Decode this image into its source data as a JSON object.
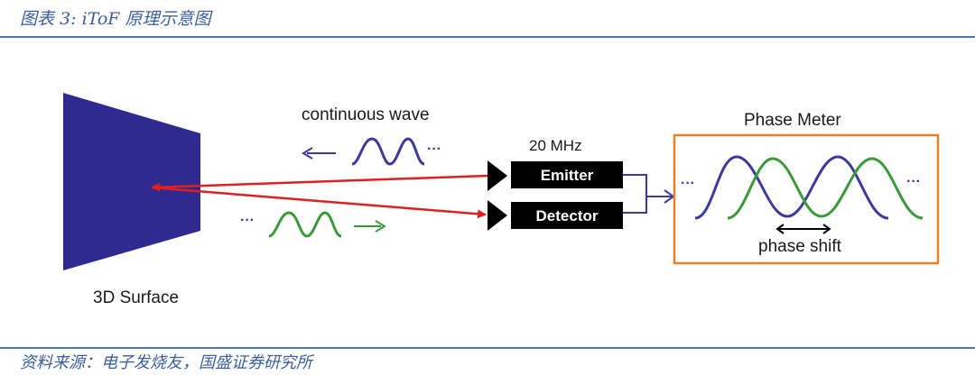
{
  "header": {
    "title": "图表 3:  iToF 原理示意图"
  },
  "footer": {
    "source": "资料来源：电子发烧友，国盛证券研究所"
  },
  "diagram": {
    "surface_label": "3D Surface",
    "wave_label": "continuous wave",
    "frequency_label": "20 MHz",
    "emitter_label": "Emitter",
    "detector_label": "Detector",
    "meter_title": "Phase Meter",
    "shift_label": "phase shift",
    "ellipsis": "···"
  },
  "colors": {
    "surface": "#2e2a8f",
    "outgoing_wave": "#3d3a9c",
    "return_wave": "#3a9a3a",
    "beam": "#e02020",
    "box_fill": "#000000",
    "meter_border": "#e8802a"
  }
}
